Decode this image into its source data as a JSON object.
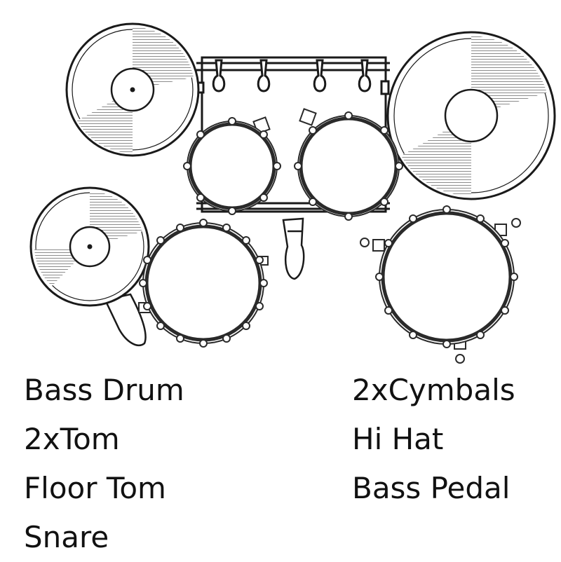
{
  "components": {
    "left": [
      "Bass Drum",
      "2xTom",
      "Floor Tom",
      "Snare"
    ],
    "right": [
      "2xCymbals",
      "Hi Hat",
      "Bass Pedal"
    ]
  },
  "colors": {
    "line": "#1a1a1a",
    "rim": "#2a2a2a",
    "background": "#ffffff"
  }
}
